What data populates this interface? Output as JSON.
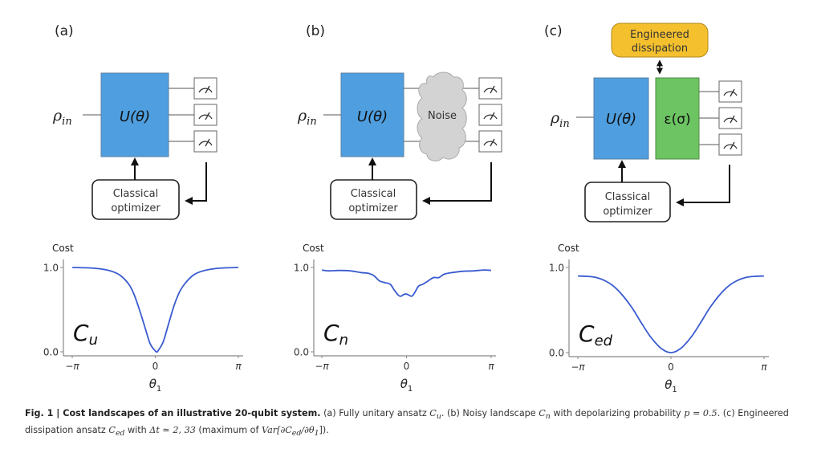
{
  "panels": [
    {
      "label": "(a)",
      "input": "ρ",
      "input_sub": "in",
      "unitary": "U(θ)",
      "optimizer_line1": "Classical",
      "optimizer_line2": "optimizer"
    },
    {
      "label": "(b)",
      "input": "ρ",
      "input_sub": "in",
      "unitary": "U(θ)",
      "noise": "Noise",
      "optimizer_line1": "Classical",
      "optimizer_line2": "optimizer"
    },
    {
      "label": "(c)",
      "input": "ρ",
      "input_sub": "in",
      "unitary": "U(θ)",
      "channel": "ε(σ)",
      "dissipation_line1": "Engineered",
      "dissipation_line2": "dissipation",
      "optimizer_line1": "Classical",
      "optimizer_line2": "optimizer"
    }
  ],
  "colors": {
    "unitary_fill": "#4f9fe0",
    "channel_fill": "#6cc462",
    "dissipation_fill": "#f5c02e",
    "noise_fill": "#d3d3d3",
    "curve": "#3a5bd0",
    "axis": "#888888"
  },
  "chart_data": [
    {
      "type": "line",
      "name": "C_u",
      "label_main": "C",
      "label_sub": "u",
      "ylabel": "Cost",
      "xlabel": "θ",
      "xlabel_sub": "1",
      "xlim": [
        -3.1416,
        3.1416
      ],
      "ylim": [
        0.0,
        1.0
      ],
      "xtick_labels": [
        "−π",
        "0",
        "π"
      ],
      "ytick_labels": [
        "1.0",
        "0.0"
      ],
      "x": [
        -3.14,
        -2.5,
        -2.0,
        -1.6,
        -1.3,
        -1.0,
        -0.8,
        -0.6,
        -0.4,
        -0.2,
        0.0,
        0.05,
        0.1,
        0.3,
        0.5,
        0.7,
        0.9,
        1.1,
        1.4,
        1.7,
        2.1,
        2.6,
        3.14
      ],
      "y": [
        1.0,
        0.995,
        0.98,
        0.95,
        0.9,
        0.8,
        0.68,
        0.5,
        0.3,
        0.1,
        0.01,
        0.0,
        0.01,
        0.12,
        0.33,
        0.54,
        0.7,
        0.8,
        0.9,
        0.95,
        0.98,
        0.995,
        1.0
      ]
    },
    {
      "type": "line",
      "name": "C_n",
      "label_main": "C",
      "label_sub": "n",
      "ylabel": "Cost",
      "xlabel": "θ",
      "xlabel_sub": "1",
      "xlim": [
        -3.1416,
        3.1416
      ],
      "ylim": [
        0.0,
        1.0
      ],
      "xtick_labels": [
        "−π",
        "0",
        "π"
      ],
      "ytick_labels": [
        "1.0",
        "0.0"
      ],
      "x": [
        -3.14,
        -2.9,
        -2.5,
        -2.1,
        -1.7,
        -1.4,
        -1.2,
        -1.0,
        -0.8,
        -0.6,
        -0.45,
        -0.3,
        -0.2,
        -0.1,
        0.0,
        0.1,
        0.2,
        0.3,
        0.45,
        0.6,
        0.8,
        1.0,
        1.2,
        1.4,
        1.7,
        2.1,
        2.5,
        2.9,
        3.14
      ],
      "y": [
        0.97,
        0.96,
        0.965,
        0.96,
        0.94,
        0.93,
        0.9,
        0.84,
        0.82,
        0.8,
        0.73,
        0.67,
        0.66,
        0.68,
        0.685,
        0.67,
        0.66,
        0.7,
        0.78,
        0.8,
        0.84,
        0.88,
        0.88,
        0.92,
        0.94,
        0.955,
        0.96,
        0.97,
        0.965
      ]
    },
    {
      "type": "line",
      "name": "C_ed",
      "label_main": "C",
      "label_sub": "ed",
      "ylabel": "Cost",
      "xlabel": "θ",
      "xlabel_sub": "1",
      "xlim": [
        -3.1416,
        3.1416
      ],
      "ylim": [
        0.0,
        1.0
      ],
      "xtick_labels": [
        "−π",
        "0",
        "π"
      ],
      "ytick_labels": [
        "1.0",
        "0.0"
      ],
      "x": [
        -3.14,
        -2.8,
        -2.5,
        -2.2,
        -1.9,
        -1.6,
        -1.3,
        -1.0,
        -0.7,
        -0.4,
        -0.2,
        0.0,
        0.2,
        0.4,
        0.7,
        1.0,
        1.3,
        1.6,
        1.9,
        2.2,
        2.5,
        2.8,
        3.14
      ],
      "y": [
        0.9,
        0.895,
        0.88,
        0.84,
        0.77,
        0.66,
        0.52,
        0.35,
        0.19,
        0.07,
        0.02,
        0.0,
        0.02,
        0.07,
        0.19,
        0.35,
        0.52,
        0.66,
        0.77,
        0.84,
        0.88,
        0.895,
        0.9
      ]
    }
  ],
  "caption": {
    "fig": "Fig. 1 | Cost landscapes of an illustrative 20-qubit system.",
    "a": " (a) Fully unitary ansatz ",
    "a_sym": "C",
    "a_sub": "u",
    "b": ". (b) Noisy landscape ",
    "b_sym": "C",
    "b_sub": "n",
    "b_rest": " with depolarizing probability ",
    "p_expr": "p = 0.5",
    "c": ". (c) Engineered dissipation ansatz ",
    "c_sym": "C",
    "c_sub": "ed",
    "c_rest": " with ",
    "dt_expr": "Δt ≃ 2, 33",
    "tail1": " (maximum of ",
    "var_expr": "Var[∂C",
    "var_sub": "ed",
    "var_expr2": "/∂θ",
    "var_sub2": "1",
    "tail2": "])."
  }
}
